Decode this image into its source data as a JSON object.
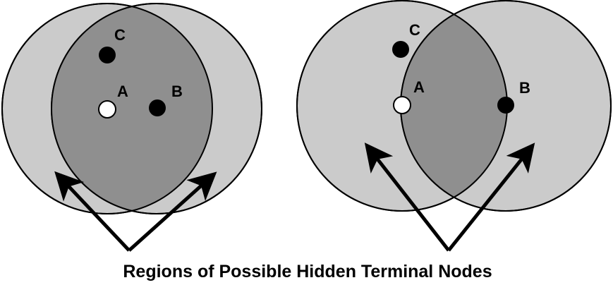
{
  "colors": {
    "range": "#cbcbcb",
    "overlap": "#8f8f8f",
    "stroke": "#000000",
    "node_a": "#ffffff",
    "node_other": "#000000"
  },
  "left_panel": {
    "labels": {
      "a": "A",
      "b": "B",
      "c": "C"
    }
  },
  "right_panel": {
    "labels": {
      "a": "A",
      "b": "B",
      "c": "C"
    }
  },
  "caption": "Regions of Possible Hidden Terminal Nodes"
}
